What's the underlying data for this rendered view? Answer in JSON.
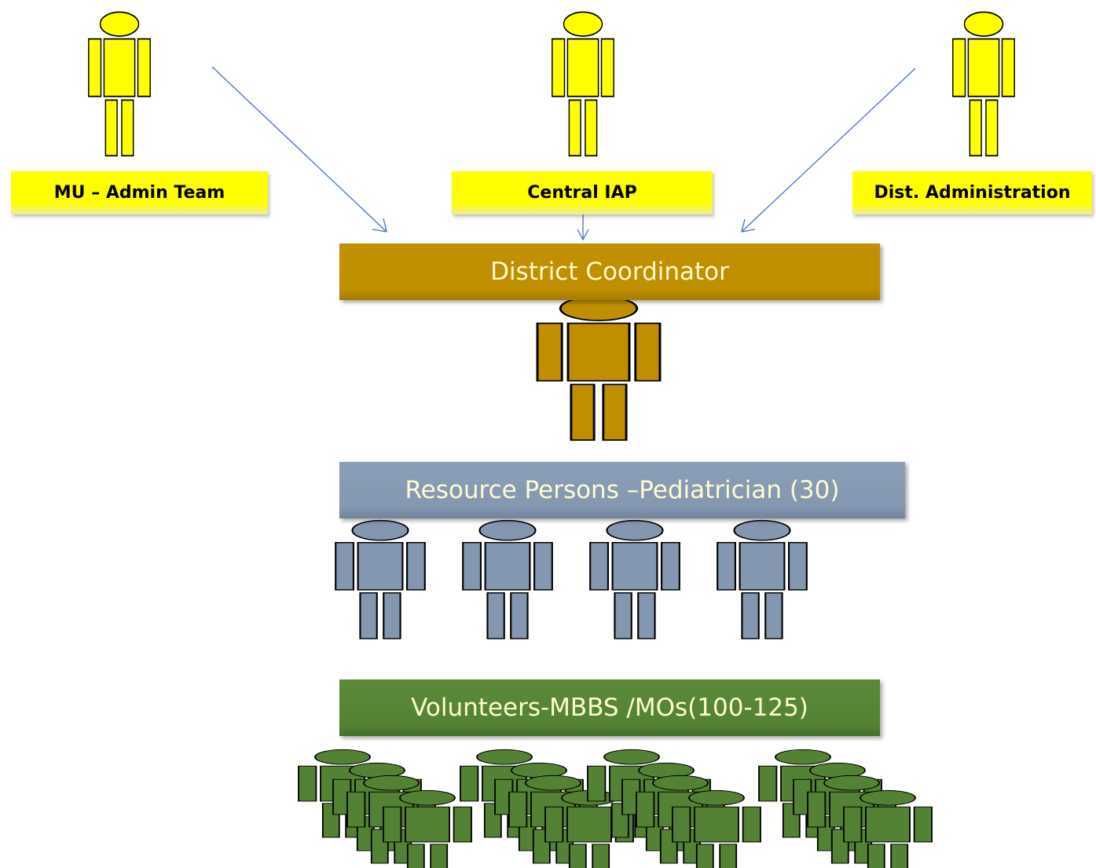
{
  "top_labels": {
    "mu_admin": "MU – Admin Team",
    "central_iap": "Central IAP",
    "dist_admin": "Dist. Administration"
  },
  "levels": {
    "coordinator": "District Coordinator",
    "resource": "Resource Persons –Pediatrician (30)",
    "volunteers": "Volunteers-MBBS /MOs(100-125)"
  },
  "colors": {
    "top_person": "#ffff00",
    "coordinator": "#bf8f00",
    "resource": "#8497b0",
    "volunteer": "#548235",
    "arrow": "#4472c4"
  },
  "icons": {
    "person": "person-icon",
    "arrow": "arrow-icon"
  }
}
